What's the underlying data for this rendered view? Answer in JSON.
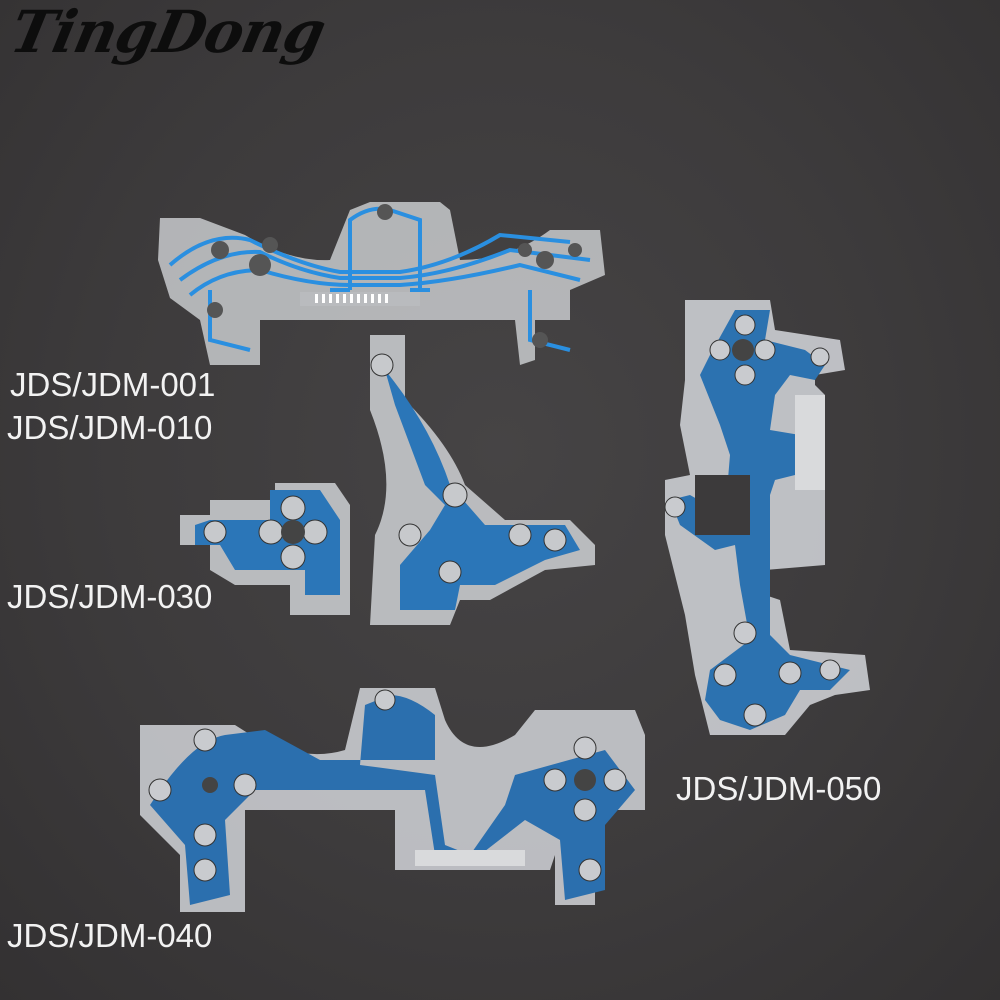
{
  "brand": {
    "watermark": "TingDong"
  },
  "labels": [
    {
      "text": "JDS/JDM-001"
    },
    {
      "text": "JDS/JDM-010"
    },
    {
      "text": "JDS/JDM-030"
    },
    {
      "text": "JDS/JDM-050"
    },
    {
      "text": "JDS/JDM-040"
    }
  ],
  "products": [
    {
      "model": "JDS/JDM-001 / JDS/JDM-010",
      "type": "controller conductive film ribbon",
      "trace_color": "#2a8fe0"
    },
    {
      "model": "JDS/JDM-030",
      "type": "two-piece conductive film ribbon",
      "trace_color": "#2b76b8"
    },
    {
      "model": "JDS/JDM-050",
      "type": "vertical conductive film ribbon",
      "trace_color": "#2c72b0"
    },
    {
      "model": "JDS/JDM-040",
      "type": "controller conductive film ribbon",
      "trace_color": "#2b6fae"
    }
  ],
  "colors": {
    "background": "#3c3a3b",
    "film": "#c9cbcf",
    "label_text": "#f2f2f2"
  }
}
